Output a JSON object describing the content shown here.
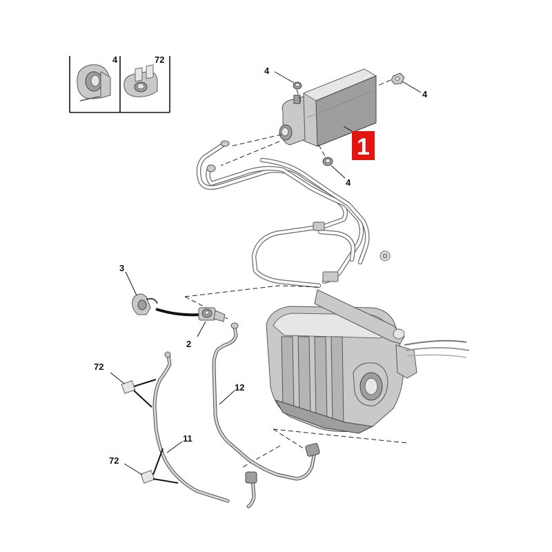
{
  "labels": {
    "inset_clip_a": "4",
    "inset_clip_b": "72",
    "nut_top_left": "4",
    "nut_top_right": "4",
    "nut_bottom": "4",
    "canister": "1",
    "part_3": "3",
    "part_2": "2",
    "part_12": "12",
    "part_11": "11",
    "clip_upper": "72",
    "clip_lower": "72"
  },
  "colors": {
    "highlight_box": "#e3150f",
    "line": "#111111",
    "part_fill": "#c9c9c9",
    "part_shadow": "#9e9e9e"
  }
}
